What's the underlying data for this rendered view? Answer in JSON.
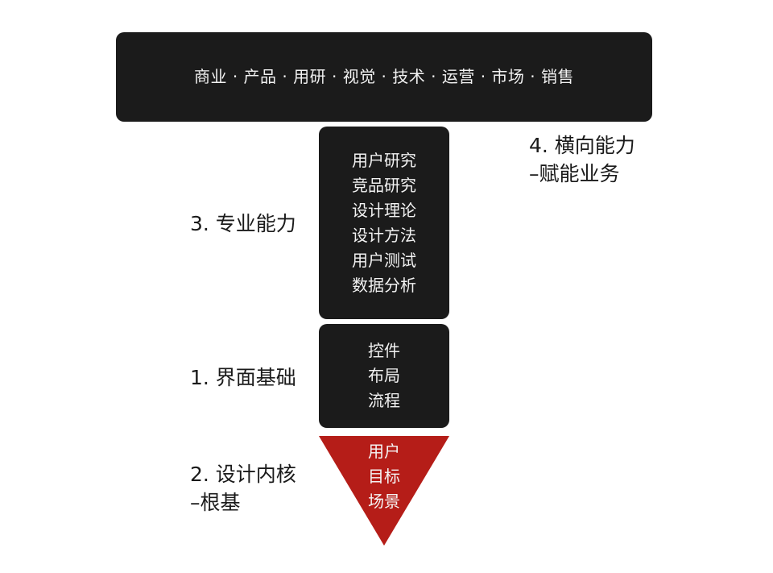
{
  "top_bar": {
    "text": "商业 · 产品 · 用研 · 视觉 · 技术 · 运营 · 市场 · 销售"
  },
  "professional": {
    "items": [
      "用户研究",
      "竞品研究",
      "设计理论",
      "设计方法",
      "用户测试",
      "数据分析"
    ]
  },
  "foundation": {
    "items": [
      "控件",
      "布局",
      "流程"
    ]
  },
  "core": {
    "items": [
      "用户",
      "目标",
      "场景"
    ],
    "color": "#b51d18"
  },
  "labels": {
    "horizontal": [
      "4. 横向能力",
      "–赋能业务"
    ],
    "professional": "3. 专业能力",
    "foundation": "1. 界面基础",
    "core": [
      "2. 设计内核",
      "–根基"
    ]
  },
  "colors": {
    "box": "#1b1b1b",
    "box_text": "#f2f2f2",
    "label_text": "#1a1a1a"
  }
}
